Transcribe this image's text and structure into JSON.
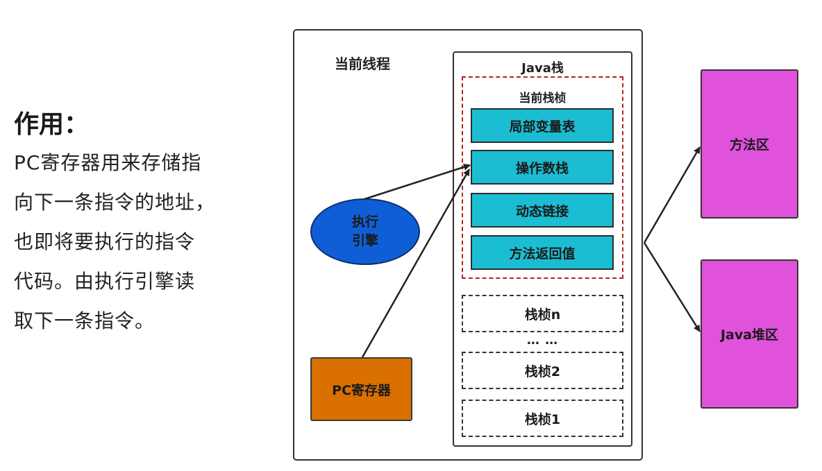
{
  "heading": "作用：",
  "description_lines": [
    "PC寄存器用来存储指",
    "向下一条指令的地址，",
    "也即将要执行的指令",
    "代码。由执行引擎读",
    "取下一条指令。"
  ],
  "diagram": {
    "thread_label": "当前线程",
    "stack_label": "Java栈",
    "current_frame_label": "当前栈桢",
    "current_frame_items": [
      "局部变量表",
      "操作数栈",
      "动态链接",
      "方法返回值"
    ],
    "frames": [
      "栈桢n",
      "栈桢2",
      "栈桢1"
    ],
    "ellipsis": "… …",
    "engine_lines": [
      "执行",
      "引擎"
    ],
    "pc_register": "PC寄存器",
    "method_area": "方法区",
    "heap": "Java堆区"
  },
  "colors": {
    "cyan": "#1bbdd3",
    "engine_blue": "#0f5ed6",
    "pc_orange": "#d97000",
    "magenta": "#e052db",
    "frame_border_red": "#b22222"
  }
}
